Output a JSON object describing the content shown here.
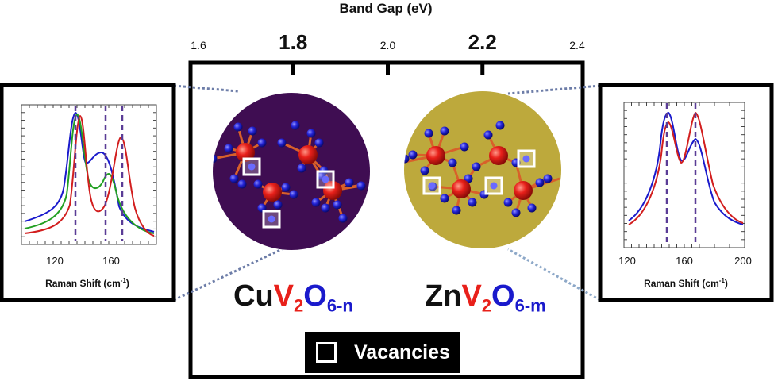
{
  "axis": {
    "title": "Band Gap (eV)",
    "ticks": [
      {
        "value": 1.6,
        "label": "1.6",
        "major": false
      },
      {
        "value": 1.8,
        "label": "1.8",
        "major": true
      },
      {
        "value": 2.0,
        "label": "2.0",
        "major": false
      },
      {
        "value": 2.2,
        "label": "2.2",
        "major": true
      },
      {
        "value": 2.4,
        "label": "2.4",
        "major": false
      }
    ]
  },
  "materials": {
    "left": {
      "element": "Cu",
      "v": "V",
      "v_sub": "2",
      "o": "O",
      "o_sub": "6-n",
      "background": "#3f0d52"
    },
    "right": {
      "element": "Zn",
      "v": "V",
      "v_sub": "2",
      "o": "O",
      "o_sub": "6-m",
      "background": "#bda93c"
    }
  },
  "colors": {
    "metal": "#e8201a",
    "oxygen": "#1a1acc",
    "text": "#111111"
  },
  "legend": {
    "label": "Vacancies"
  },
  "left_spectrum": {
    "xlabel": "Raman Shift (cm-1)",
    "xlabel_main": "Raman Shift (cm",
    "xlabel_sup": "-1",
    "xlabel_end": ")",
    "ticks": [
      "120",
      "160"
    ]
  },
  "right_spectrum": {
    "xlabel": "Raman Shift (cm-1)",
    "xlabel_main": "Raman Shift (cm",
    "xlabel_sup": "-1",
    "xlabel_end": ")",
    "ticks": [
      "120",
      "160",
      "200"
    ]
  }
}
